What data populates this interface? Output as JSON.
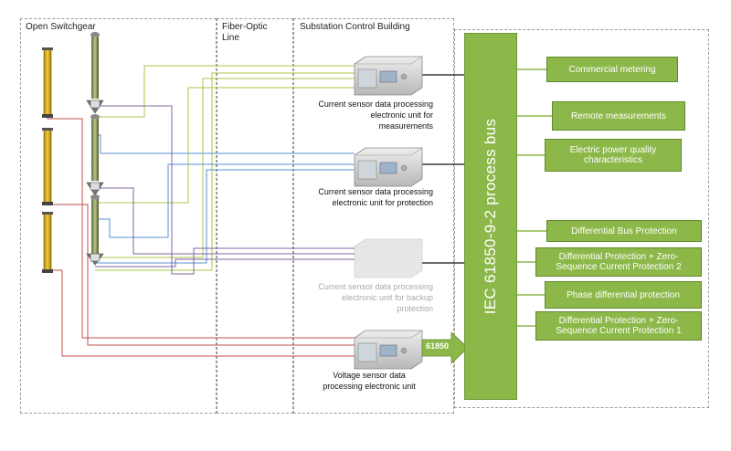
{
  "zones": {
    "open_switchgear": "Open Switchgear",
    "fiber_optic_line": "Fiber-Optic\nLine",
    "substation_control_building": "Substation Control Building"
  },
  "units": {
    "measurements": "Current sensor data processing\nelectronic unit for\nmeasurements",
    "protection": "Current sensor data processing\nelectronic unit for protection",
    "backup": "Current sensor data processing\nelectronic unit for backup\nprotection",
    "voltage": "Voltage sensor data\nprocessing electronic unit"
  },
  "bus": {
    "label": "IEC 61850-9-2 process bus",
    "arrow_label": "61850"
  },
  "functions": [
    "Commercial metering",
    "Remote measurements",
    "Electric power quality characteristics",
    "Differential Bus Protection",
    "Differential Protection + Zero-Sequence Current Protection 2",
    "Phase differential protection",
    "Differential Protection + Zero-Sequence Current Protection 1"
  ],
  "colors": {
    "bus_green": "#8cb84a",
    "line_green": "#a9c44a",
    "line_blue": "#5b8fd1",
    "line_purple": "#8064a2",
    "line_red": "#c0504d"
  }
}
